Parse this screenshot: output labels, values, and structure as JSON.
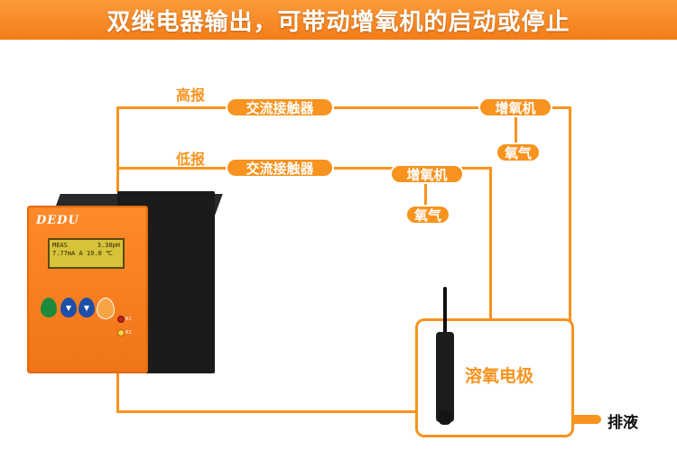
{
  "banner": {
    "title": "双继电器输出，可带动增氧机的启动或停止"
  },
  "relays": {
    "high": {
      "label": "高报",
      "contactor": "交流接触器",
      "aerator": "增氧机",
      "oxygen": "氧气"
    },
    "low": {
      "label": "低报",
      "contactor": "交流接触器",
      "aerator": "增氧机",
      "oxygen": "氧气"
    }
  },
  "electrode": {
    "label": "溶氧电极"
  },
  "drain": {
    "label": "排液"
  },
  "device": {
    "brand": "DEDU",
    "lcd_line1_left": "MEAS",
    "lcd_line1_right": "3.30pH",
    "lcd_line2": "7.77mA A 19.0 ℃",
    "led1_label": "R1",
    "led2_label": "R2"
  },
  "colors": {
    "accent": "#f7931e",
    "banner": "#f47d18",
    "text_dark": "#111111"
  }
}
